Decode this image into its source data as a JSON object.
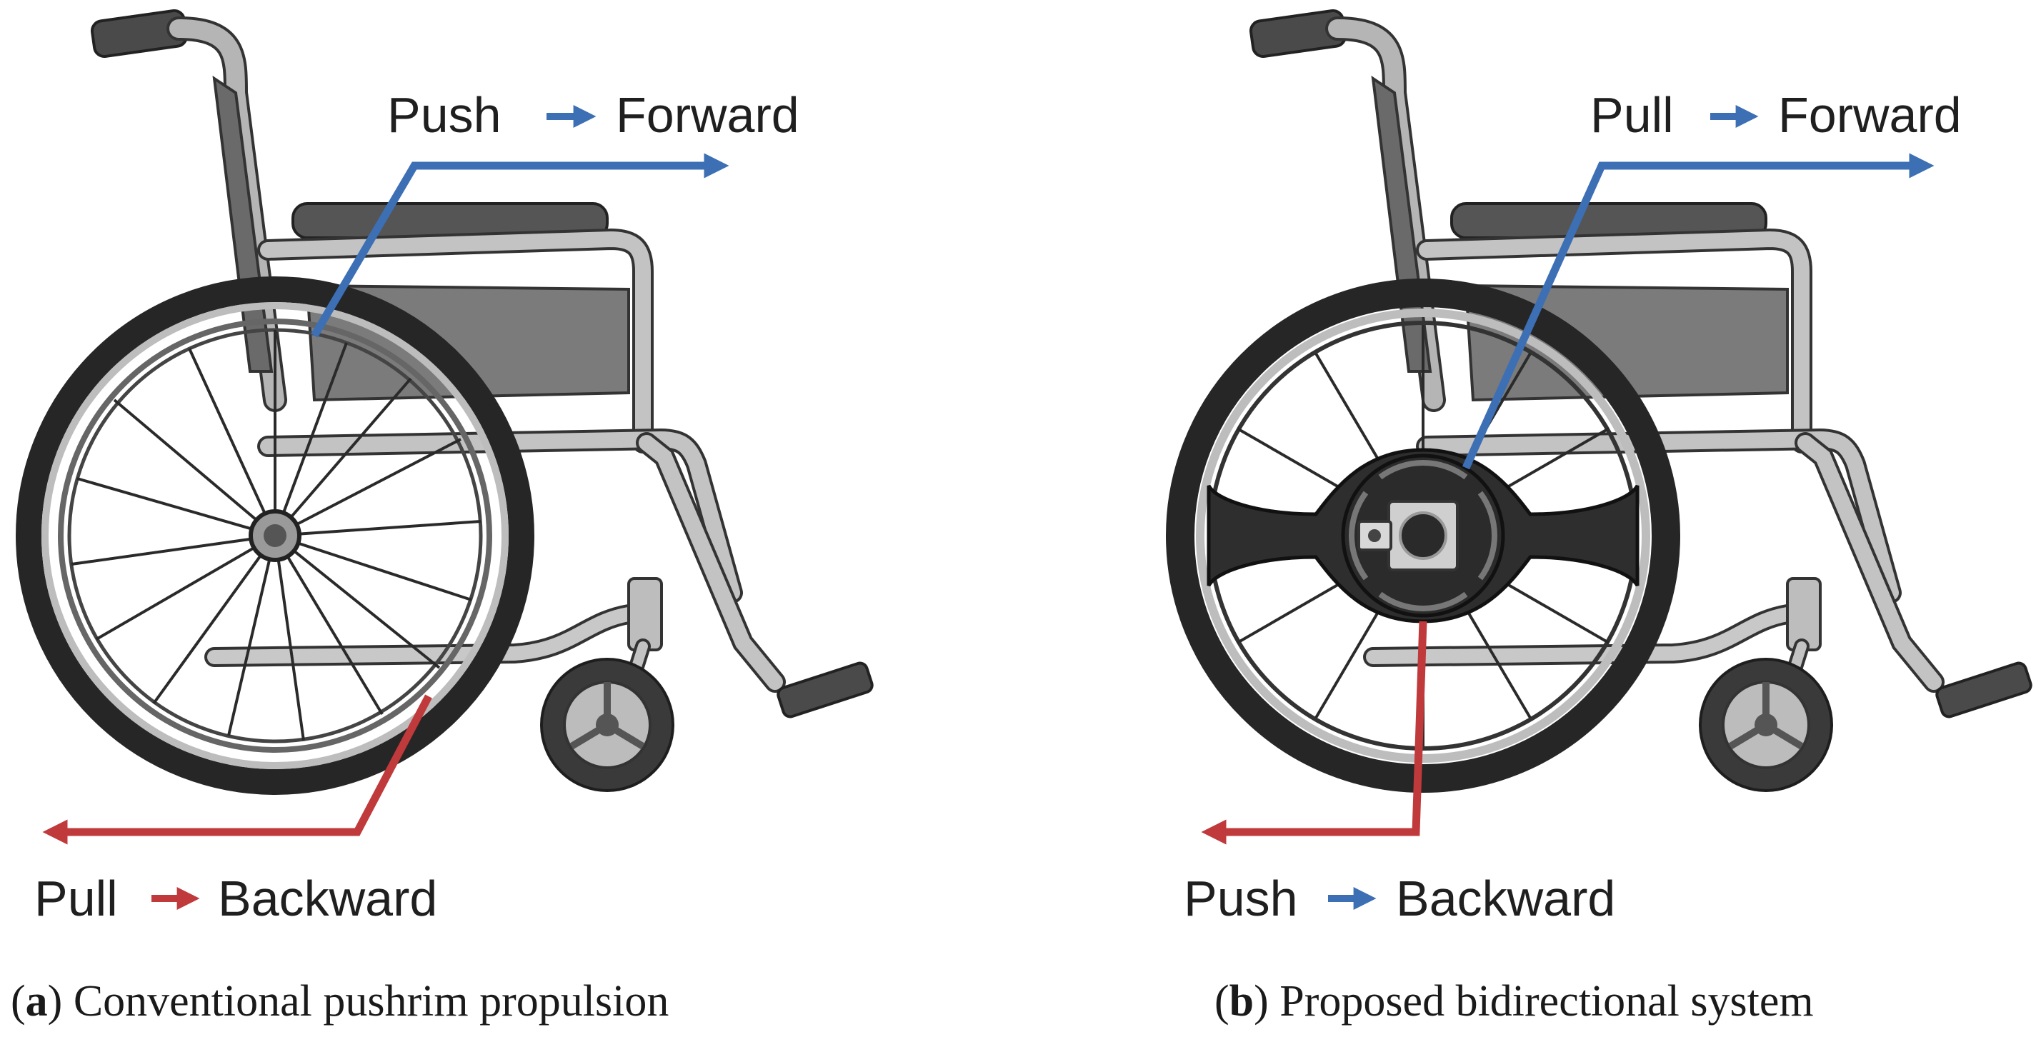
{
  "panel_a": {
    "top_label": {
      "action": "Push",
      "result": "Forward"
    },
    "bottom_label": {
      "action": "Pull",
      "result": "Backward"
    },
    "caption": {
      "letter": "a",
      "text": " Conventional pushrim propulsion"
    }
  },
  "panel_b": {
    "top_label": {
      "action": "Pull",
      "result": "Forward"
    },
    "bottom_label": {
      "action": "Push",
      "result": "Backward"
    },
    "caption": {
      "letter": "b",
      "text": " Proposed bidirectional system"
    }
  },
  "colors": {
    "forward_arrow": "#3d6fb4",
    "backward_arrow": "#c0393b",
    "frame": "#a9a9a9",
    "tire": "#3a3a3a"
  }
}
